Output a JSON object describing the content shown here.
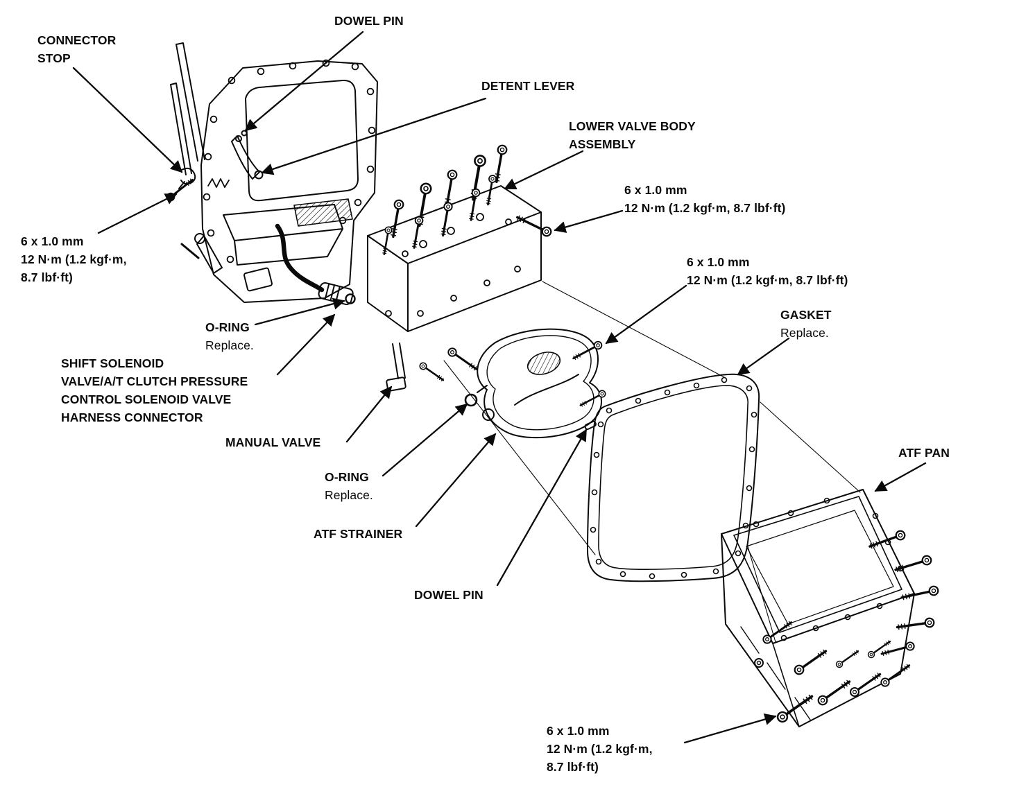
{
  "colors": {
    "ink": "#0a0a0a",
    "paper": "#ffffff"
  },
  "labels": [
    {
      "name": "dowel-pin-top",
      "text": "DOWEL PIN"
    },
    {
      "name": "connector-stop",
      "text": "CONNECTOR\nSTOP"
    },
    {
      "name": "detent-lever",
      "text": "DETENT LEVER"
    },
    {
      "name": "lower-valve-body-assembly",
      "text": "LOWER VALVE BODY\nASSEMBLY"
    },
    {
      "name": "bolt-spec-upper-right",
      "text": "6 x 1.0 mm\n12 N·m (1.2 kgf·m, 8.7 lbf·ft)"
    },
    {
      "name": "bolt-spec-left",
      "text": "6 x 1.0 mm\n12 N·m (1.2 kgf·m,\n8.7 lbf·ft)"
    },
    {
      "name": "o-ring-upper",
      "text": "O-RING",
      "sub": "Replace."
    },
    {
      "name": "bolt-spec-middle",
      "text": "6 x 1.0 mm\n12 N·m (1.2 kgf·m, 8.7 lbf·ft)"
    },
    {
      "name": "gasket",
      "text": "GASKET",
      "sub": "Replace."
    },
    {
      "name": "shift-solenoid-harness-connector",
      "text": "SHIFT SOLENOID\nVALVE/A/T CLUTCH PRESSURE\nCONTROL SOLENOID VALVE\nHARNESS CONNECTOR"
    },
    {
      "name": "manual-valve",
      "text": "MANUAL VALVE"
    },
    {
      "name": "o-ring-lower",
      "text": "O-RING",
      "sub": "Replace."
    },
    {
      "name": "atf-strainer",
      "text": "ATF STRAINER"
    },
    {
      "name": "dowel-pin-bottom",
      "text": "DOWEL PIN"
    },
    {
      "name": "atf-pan",
      "text": "ATF PAN"
    },
    {
      "name": "bolt-spec-bottom",
      "text": "6 x 1.0 mm\n12 N·m (1.2 kgf·m,\n8.7 lbf·ft)"
    }
  ]
}
